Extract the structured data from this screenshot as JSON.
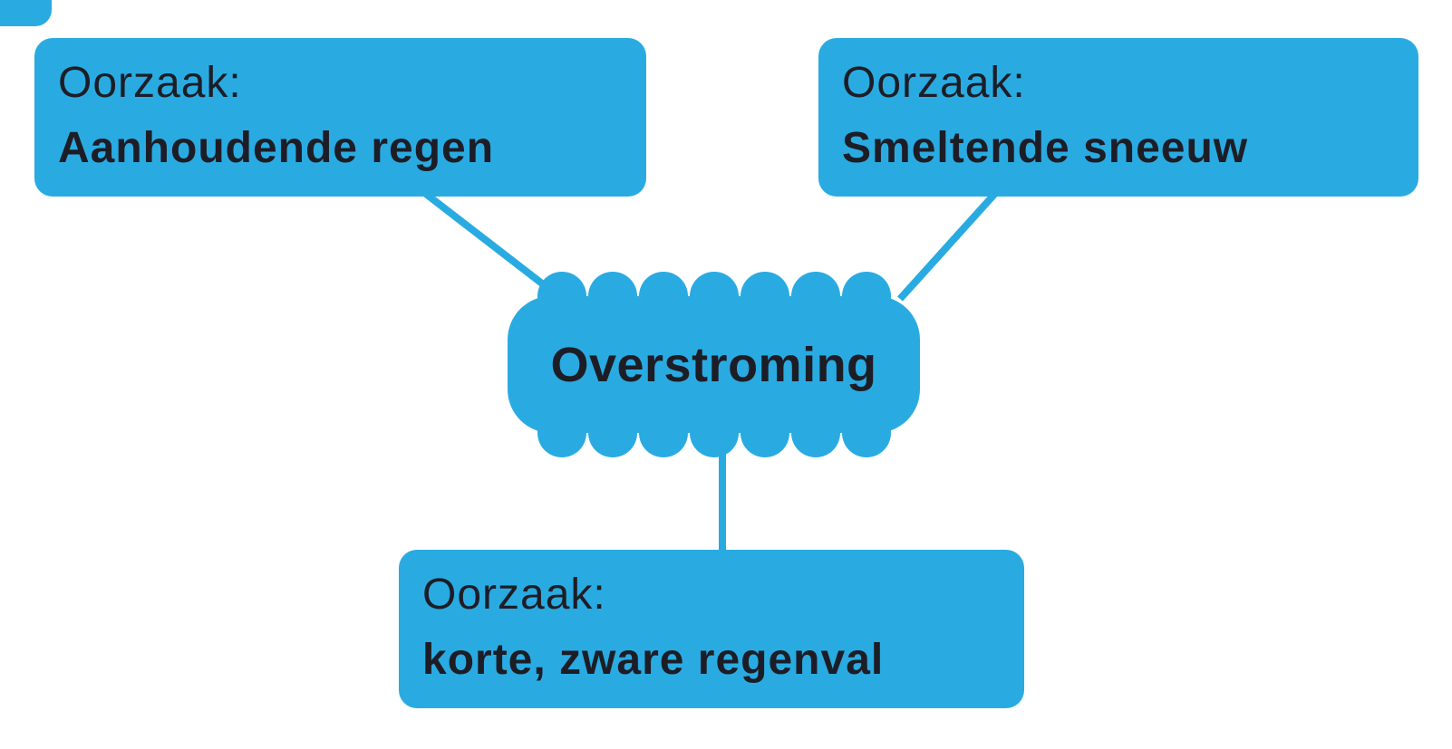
{
  "diagram": {
    "accent_color": "#29ABE2",
    "text_color": "#1D1D26",
    "center": {
      "id": "overstroming",
      "label": "Overstroming",
      "shape": "scalloped-cloud"
    },
    "nodes": [
      {
        "id": "cause-left",
        "line1": "Oorzaak:",
        "line2": "Aanhoudende regen"
      },
      {
        "id": "cause-right",
        "line1": "Oorzaak:",
        "line2": "Smeltende sneeuw"
      },
      {
        "id": "cause-bottom",
        "line1": "Oorzaak:",
        "line2": "korte, zware regenval"
      }
    ],
    "connections": [
      {
        "from": "cause-left",
        "to": "overstroming"
      },
      {
        "from": "cause-right",
        "to": "overstroming"
      },
      {
        "from": "cause-bottom",
        "to": "overstroming"
      }
    ]
  }
}
